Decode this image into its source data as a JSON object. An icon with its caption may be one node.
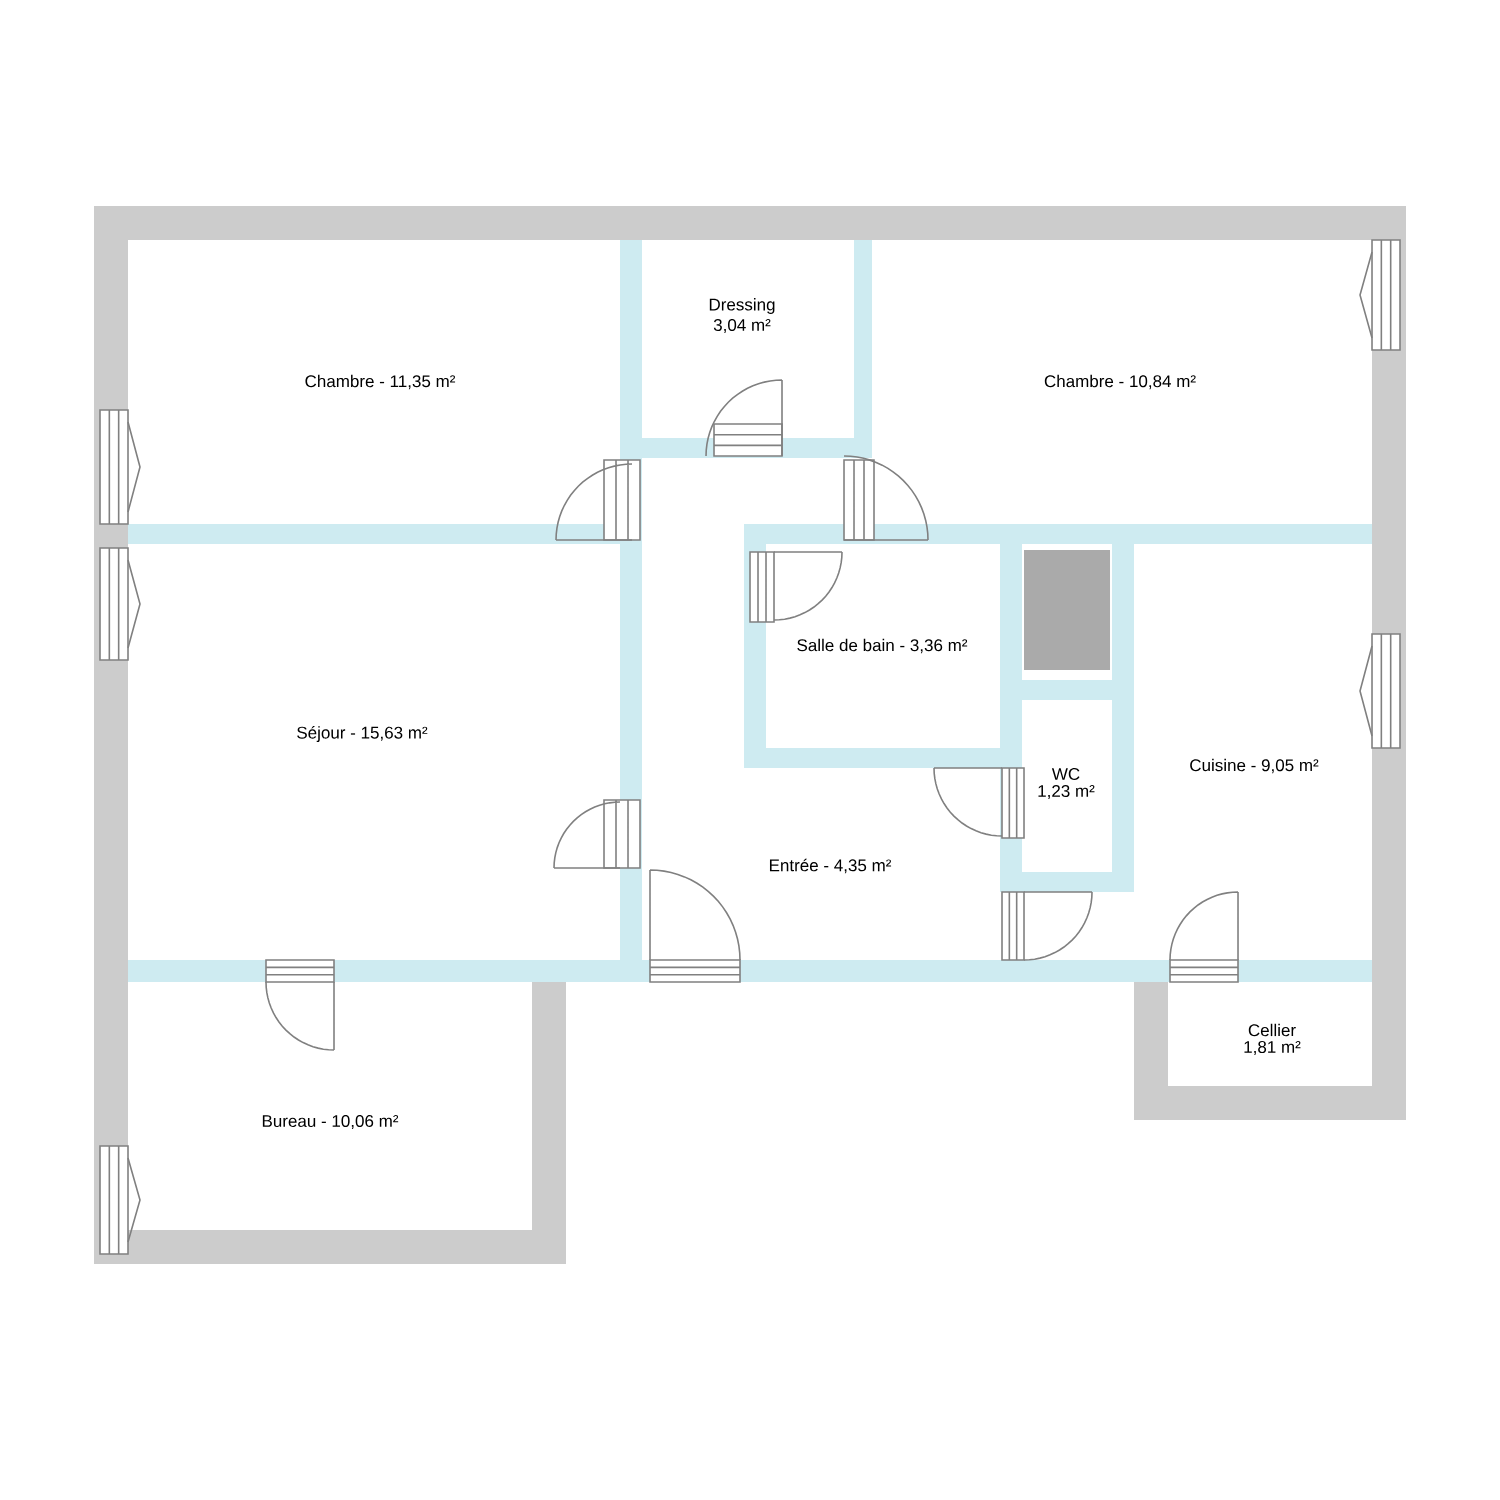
{
  "diagram": {
    "labels": [
      "Chambre - 11,35 m²",
      "Dressing",
      "3,04 m²",
      "Chambre - 10,84 m²",
      "Salle de bain - 3,36 m²",
      "Séjour - 15,63 m²",
      "WC",
      "1,23 m²",
      "Cuisine - 9,05 m²",
      "Entrée - 4,35 m²",
      "Cellier",
      "1,81 m²",
      "Bureau - 10,06 m²"
    ]
  }
}
